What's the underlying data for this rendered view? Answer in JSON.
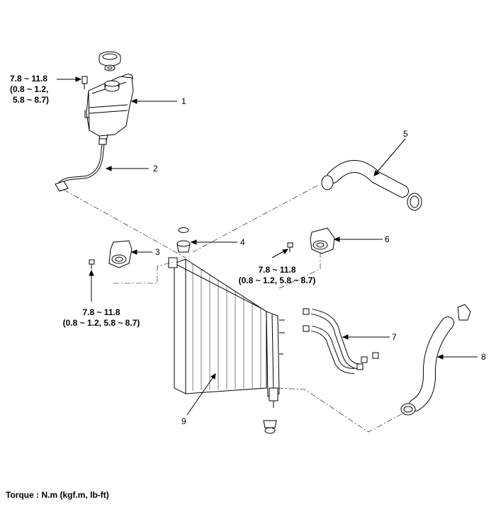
{
  "callouts": [
    "1",
    "2",
    "3",
    "4",
    "5",
    "6",
    "7",
    "8",
    "9"
  ],
  "torque_specs": [
    {
      "line1": "7.8 ~ 11.8",
      "line2": "(0.8 ~ 1.2,",
      "line3": "5.8 ~ 8.7)"
    },
    {
      "line1": "7.8 ~ 11.8",
      "line2": "(0.8 ~ 1.2, 5.8 ~ 8.7)"
    },
    {
      "line1": "7.8 ~ 11.8",
      "line2": "(0.8 ~ 1.2, 5.8 ~ 8.7)"
    }
  ],
  "footer": "Torque : N.m (kgf.m, lb-ft)"
}
